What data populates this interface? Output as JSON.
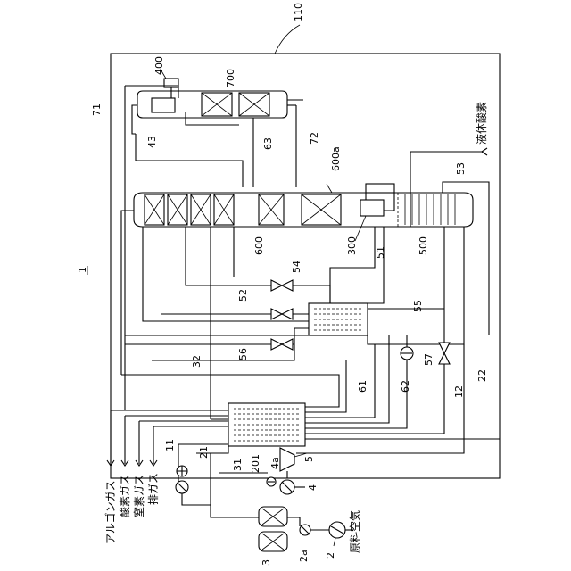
{
  "figure_number": "1",
  "reference_numerals": {
    "plant_boundary": "110",
    "air_compressor": "2",
    "aftercooler": "2a",
    "purifier": "3",
    "expander_compressor": "4",
    "expander_shaft": "4a",
    "expansion_turbine": "5",
    "valve_11": "11",
    "line_12": "12",
    "line_21": "21",
    "line_22": "22",
    "line_31": "31",
    "line_32": "32",
    "line_43": "43",
    "line_51": "51",
    "line_52": "52",
    "line_53": "53",
    "line_54": "54",
    "line_55": "55",
    "line_56": "56",
    "pump_57": "57",
    "line_61": "61",
    "line_62": "62",
    "line_63": "63",
    "line_71": "71",
    "line_72": "72",
    "main_heat_exchanger": "201",
    "reboiler_condenser": "300",
    "top_condenser": "400",
    "lower_column_section": "500",
    "main_column": "600",
    "column_top": "600a",
    "argon_column": "700"
  },
  "labels": {
    "feed_air": "原料空気",
    "liquid_oxygen": "液体酸素",
    "argon_gas": "アルゴンガス",
    "oxygen_gas": "酸素ガス",
    "nitrogen_gas": "窒素ガス",
    "exhaust_gas": "排ガス"
  }
}
